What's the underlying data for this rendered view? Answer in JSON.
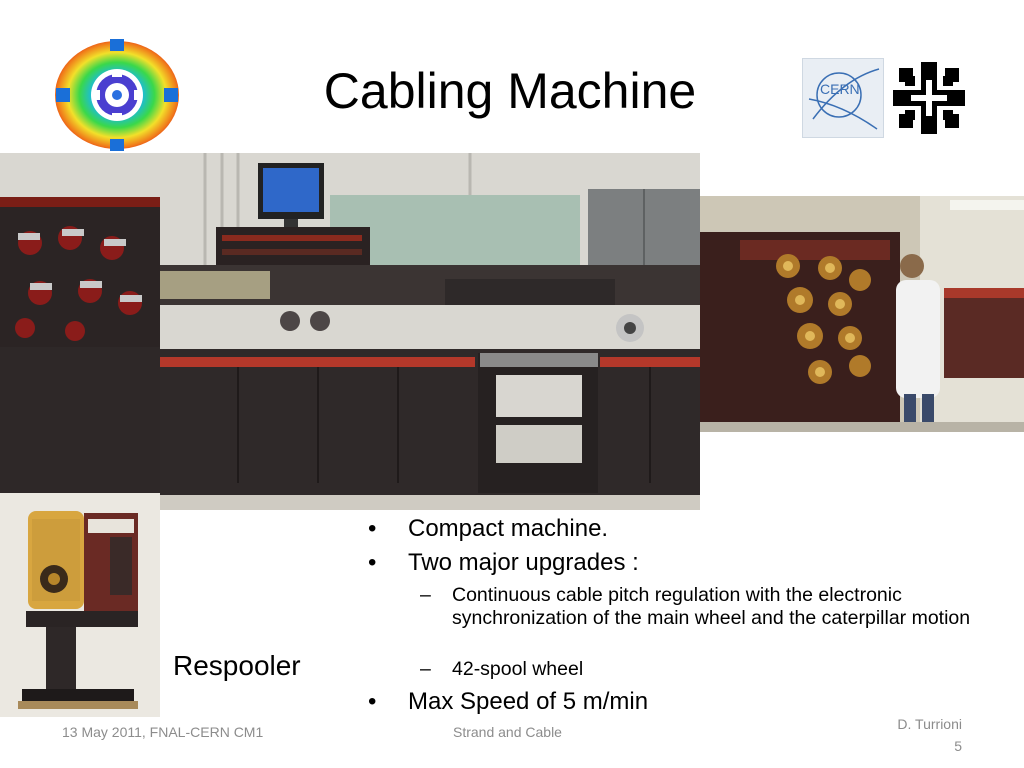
{
  "slide": {
    "title": "Cabling Machine",
    "respooler_label": "Respooler",
    "bullets": [
      {
        "mark": "•",
        "text": "Compact machine."
      },
      {
        "mark": "•",
        "text": "Two major upgrades :"
      }
    ],
    "sub_bullets": [
      {
        "mark": "–",
        "text": "Continuous cable pitch regulation with the electronic synchronization of the main wheel and the caterpillar motion"
      },
      {
        "mark": "–",
        "text": "42-spool wheel"
      }
    ],
    "last_bullet": {
      "mark": "•",
      "text": "Max Speed of 5 m/min"
    }
  },
  "logos": {
    "cern_text": "CERN"
  },
  "footer": {
    "date": "13 May 2011, FNAL-CERN CM1",
    "center": "Strand and Cable",
    "author": "D. Turrioni",
    "page": "5"
  },
  "icons": {
    "magnet": "magnet-cross-section-icon",
    "cern": "cern-logo-icon",
    "fermilab": "fermilab-logo-icon"
  }
}
